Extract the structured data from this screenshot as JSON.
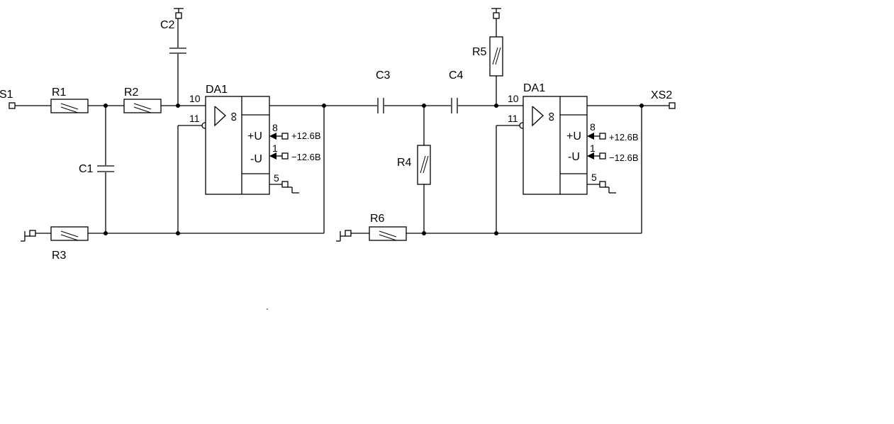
{
  "labels": {
    "xs1": "S1",
    "xs2": "XS2",
    "r1": "R1",
    "r2": "R2",
    "r3": "R3",
    "r4": "R4",
    "r5": "R5",
    "r6": "R6",
    "c1": "C1",
    "c2": "C2",
    "c3": "C3",
    "c4": "C4",
    "da1_a": "DA1",
    "da1_b": "DA1"
  },
  "opamp": {
    "pin_noninv": "10",
    "pin_inv": "11",
    "pin_pos": "8",
    "pin_neg": "1",
    "pin_gnd": "5",
    "plus_u": "+U",
    "minus_u": "-U",
    "gain": "∞"
  },
  "supply": {
    "positive": "+12.6B",
    "negative": "−12.6B"
  }
}
